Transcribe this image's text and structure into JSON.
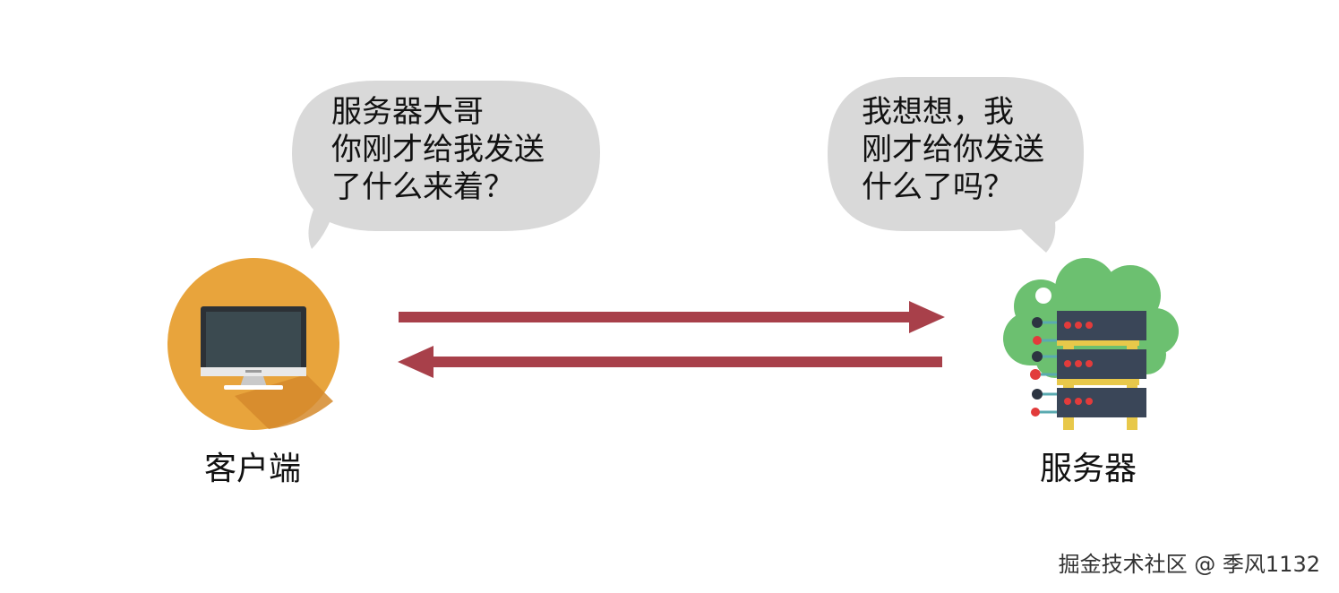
{
  "client": {
    "label": "客户端",
    "speech": [
      "服务器大哥",
      "你刚才给我发送",
      "了什么来着？"
    ]
  },
  "server": {
    "label": "服务器",
    "speech": [
      "我想想，我",
      "刚才给你发送",
      "什么了吗？"
    ]
  },
  "watermark": "掘金技术社区 @ 季风1132",
  "colors": {
    "bubble": "#d9d9d9",
    "arrow": "#a8404a",
    "client_circle": "#e8a43c",
    "client_shadow": "#d58a2b",
    "monitor_frame": "#2c3136",
    "monitor_screen": "#3b4a50",
    "cloud": "#6cc070",
    "rack": "#3a4658",
    "rack_rail": "#e8c84a",
    "led": "#e23b3b"
  },
  "icons": {
    "client": "desktop-computer-icon",
    "server": "server-rack-cloud-icon"
  }
}
